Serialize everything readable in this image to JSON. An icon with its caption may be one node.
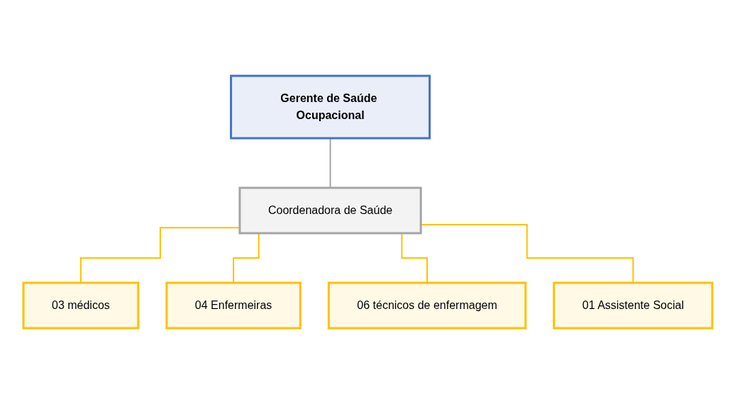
{
  "diagram": {
    "nodes": [
      {
        "text": [
          "Gerente de Saúde Ocupacional"
        ]
      },
      {
        "text": [
          "Coordenadora de Saúde"
        ]
      },
      {
        "text": [
          "03 médicos"
        ]
      },
      {
        "text": [
          "04 Enfermeiras"
        ]
      },
      {
        "text": [
          "06 técnicos de enfermagem"
        ]
      },
      {
        "text": [
          "01 Assistente Social"
        ]
      }
    ],
    "edges": [
      {
        "from": 0,
        "to": 1,
        "arrow": "none",
        "color": "#a5a5a5"
      },
      {
        "from": 1,
        "to": 2,
        "arrow": "none"
      },
      {
        "from": 1,
        "to": 3,
        "arrow": "none"
      },
      {
        "from": 1,
        "to": 4,
        "arrow": "none"
      },
      {
        "from": 1,
        "to": 5,
        "arrow": "none"
      }
    ]
  }
}
